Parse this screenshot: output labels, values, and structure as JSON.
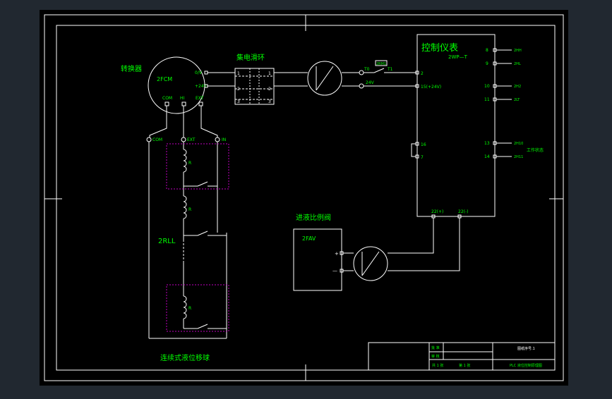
{
  "colors": {
    "background": "#212830",
    "canvas": "#000000",
    "line": "#ffffff",
    "label": "#00ff00",
    "dashed_box": "#c000c0",
    "accent": "#ffff00"
  },
  "labels": {
    "converter_title": "转换器",
    "converter_id": "2FCM",
    "slip_ring_title": "集电滑环",
    "controller_title": "控制仪表",
    "controller_id": "2WP—T",
    "prop_valve_title": "进液比例阀",
    "prop_valve_id": "2FAV",
    "bottom_title": "连续式液位移球",
    "rll_label": "2RLL",
    "term_com": "COM",
    "term_hi": "HI",
    "term_ext": "EXT",
    "term_com_b": "COM",
    "term_ext_b": "EXT",
    "term_in": "IN",
    "sig_ov": "0/V",
    "sig_24v": "+24V",
    "wire_tag_1": "T0",
    "wire_tag_2": "T1",
    "wire_tag_3": "24V",
    "wire_box_tag": "2RM1",
    "ring_1": "1",
    "ring_2": "2",
    "ring_3": "3",
    "pin_2": "2",
    "pin_15": "15(+24V)",
    "pin_16": "16",
    "pin_7": "7",
    "pin_22p": "22(+)",
    "pin_22n": "22(-)",
    "pin_8": "8",
    "pin_9": "9",
    "pin_10": "10",
    "pin_11": "11",
    "pin_13": "13",
    "pin_14": "14",
    "out_8": "2HH",
    "out_9": "2HL",
    "out_10": "2H2",
    "out_11": "2LT",
    "out_13": "2H10",
    "out_14": "2H11",
    "work_status": "工作状态",
    "coil_r": "R",
    "valve_plus": "+",
    "valve_minus": "—",
    "tb_drawing_no": "图纸序号.1",
    "tb_approve": "批 准",
    "tb_check": "审 核",
    "tb_sheets": "共 1 张",
    "tb_sheet": "第 1 张",
    "tb_name": "PLC 液位控制原理图"
  }
}
